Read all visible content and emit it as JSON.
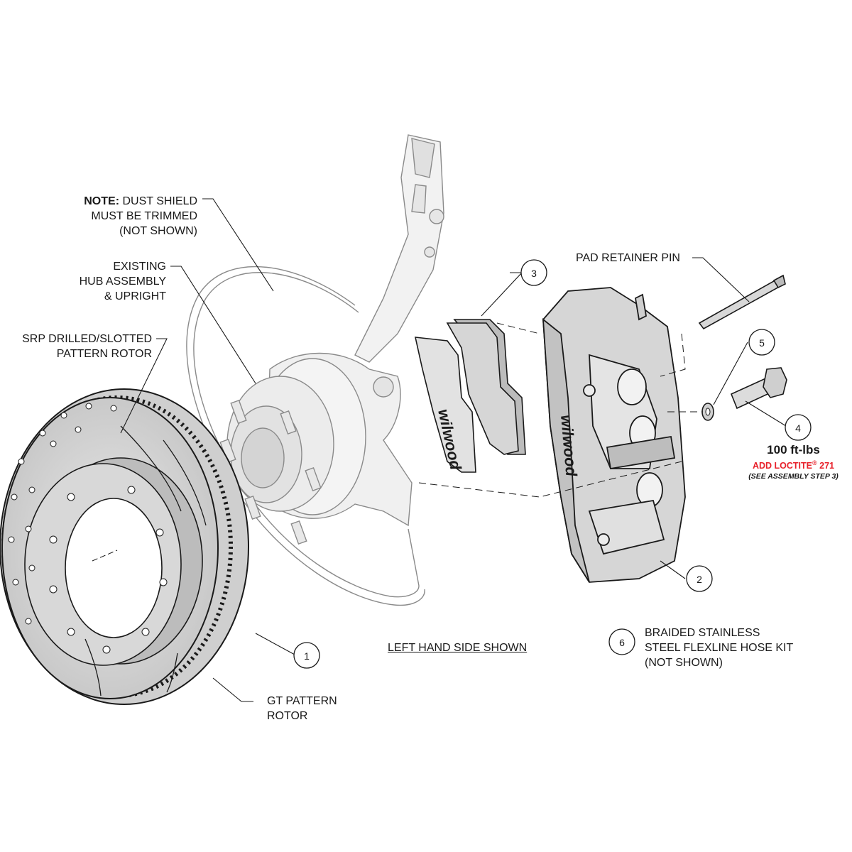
{
  "labels": {
    "dust_shield": {
      "note_prefix": "NOTE:",
      "line1": "DUST SHIELD",
      "line2": "MUST BE TRIMMED",
      "line3": "(NOT SHOWN)"
    },
    "hub": {
      "line1": "EXISTING",
      "line2": "HUB ASSEMBLY",
      "line3": "& UPRIGHT"
    },
    "srp_rotor": {
      "line1": "SRP DRILLED/SLOTTED",
      "line2": "PATTERN ROTOR"
    },
    "pad_retainer": "PAD RETAINER PIN",
    "gt_rotor": {
      "line1": "GT PATTERN",
      "line2": "ROTOR"
    },
    "side_shown": "LEFT HAND SIDE SHOWN",
    "hose_kit": {
      "line1": "BRAIDED STAINLESS",
      "line2": "STEEL FLEXLINE HOSE KIT",
      "line3": "(NOT SHOWN)"
    },
    "torque": {
      "value": "100 ft-lbs",
      "loctite_prefix": "ADD LOCTITE",
      "loctite_reg": "®",
      "loctite_suffix": " 271",
      "see_step": "(SEE ASSEMBLY STEP 3)"
    }
  },
  "callouts": [
    "1",
    "2",
    "3",
    "4",
    "5",
    "6"
  ],
  "brand": "wilwood",
  "colors": {
    "ink": "#1a1a1a",
    "part_fill": "#d9d9d9",
    "part_shade": "#b8b8b8",
    "ghost": "#8a8a8a",
    "loctite_red": "#e8202a"
  }
}
